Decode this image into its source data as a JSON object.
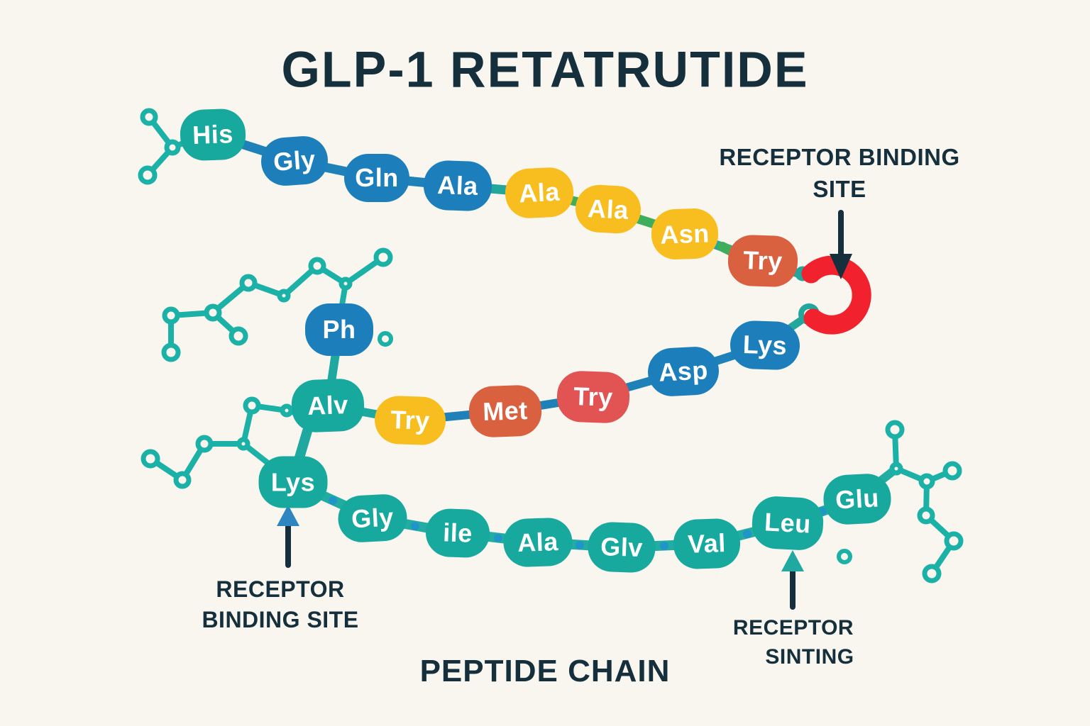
{
  "title": "GLP-1 RETATRUTIDE",
  "subtitle": "PEPTIDE CHAIN",
  "annotations": {
    "top_right": {
      "line1": "RECEPTOR BINDING",
      "line2": "SITE"
    },
    "bottom_left": {
      "line1": "RECEPTOR",
      "line2": "BINDING SITE"
    },
    "bottom_right": {
      "line1": "RECEPTOR",
      "line2": "SINTING"
    }
  },
  "beads": [
    {
      "label": "His",
      "color": "teal"
    },
    {
      "label": "Gly",
      "color": "blue"
    },
    {
      "label": "Gln",
      "color": "blue"
    },
    {
      "label": "Ala",
      "color": "blue"
    },
    {
      "label": "Ala",
      "color": "yellow"
    },
    {
      "label": "Ala",
      "color": "yellow"
    },
    {
      "label": "Asn",
      "color": "yellow"
    },
    {
      "label": "Try",
      "color": "orange"
    },
    {
      "label": "Ph",
      "color": "blue"
    },
    {
      "label": "Alv",
      "color": "teal"
    },
    {
      "label": "Try",
      "color": "yellow"
    },
    {
      "label": "Met",
      "color": "orange"
    },
    {
      "label": "Try",
      "color": "coral"
    },
    {
      "label": "Asp",
      "color": "blue"
    },
    {
      "label": "Lys",
      "color": "blue"
    },
    {
      "label": "Lys",
      "color": "teal"
    },
    {
      "label": "Gly",
      "color": "teal"
    },
    {
      "label": "ile",
      "color": "teal"
    },
    {
      "label": "Ala",
      "color": "teal"
    },
    {
      "label": "Glv",
      "color": "teal"
    },
    {
      "label": "Val",
      "color": "teal"
    },
    {
      "label": "Leu",
      "color": "teal"
    },
    {
      "label": "Glu",
      "color": "teal"
    }
  ],
  "palette": {
    "background": "#F8F6EF",
    "ink": "#15303C",
    "bead_teal": "#17A99E",
    "bead_blue": "#1C7FBB",
    "bead_yellow": "#F8BE20",
    "bead_orange": "#D96140",
    "bead_coral": "#E25353",
    "binding_arc_red": "#F2212E",
    "molecule_teal": "#1CB1A6",
    "connector_green": "#3FAE5C",
    "connector_blue": "#2095C8",
    "arrowhead_blue": "#2E86C1",
    "arrowhead_teal": "#1FA9A0"
  }
}
